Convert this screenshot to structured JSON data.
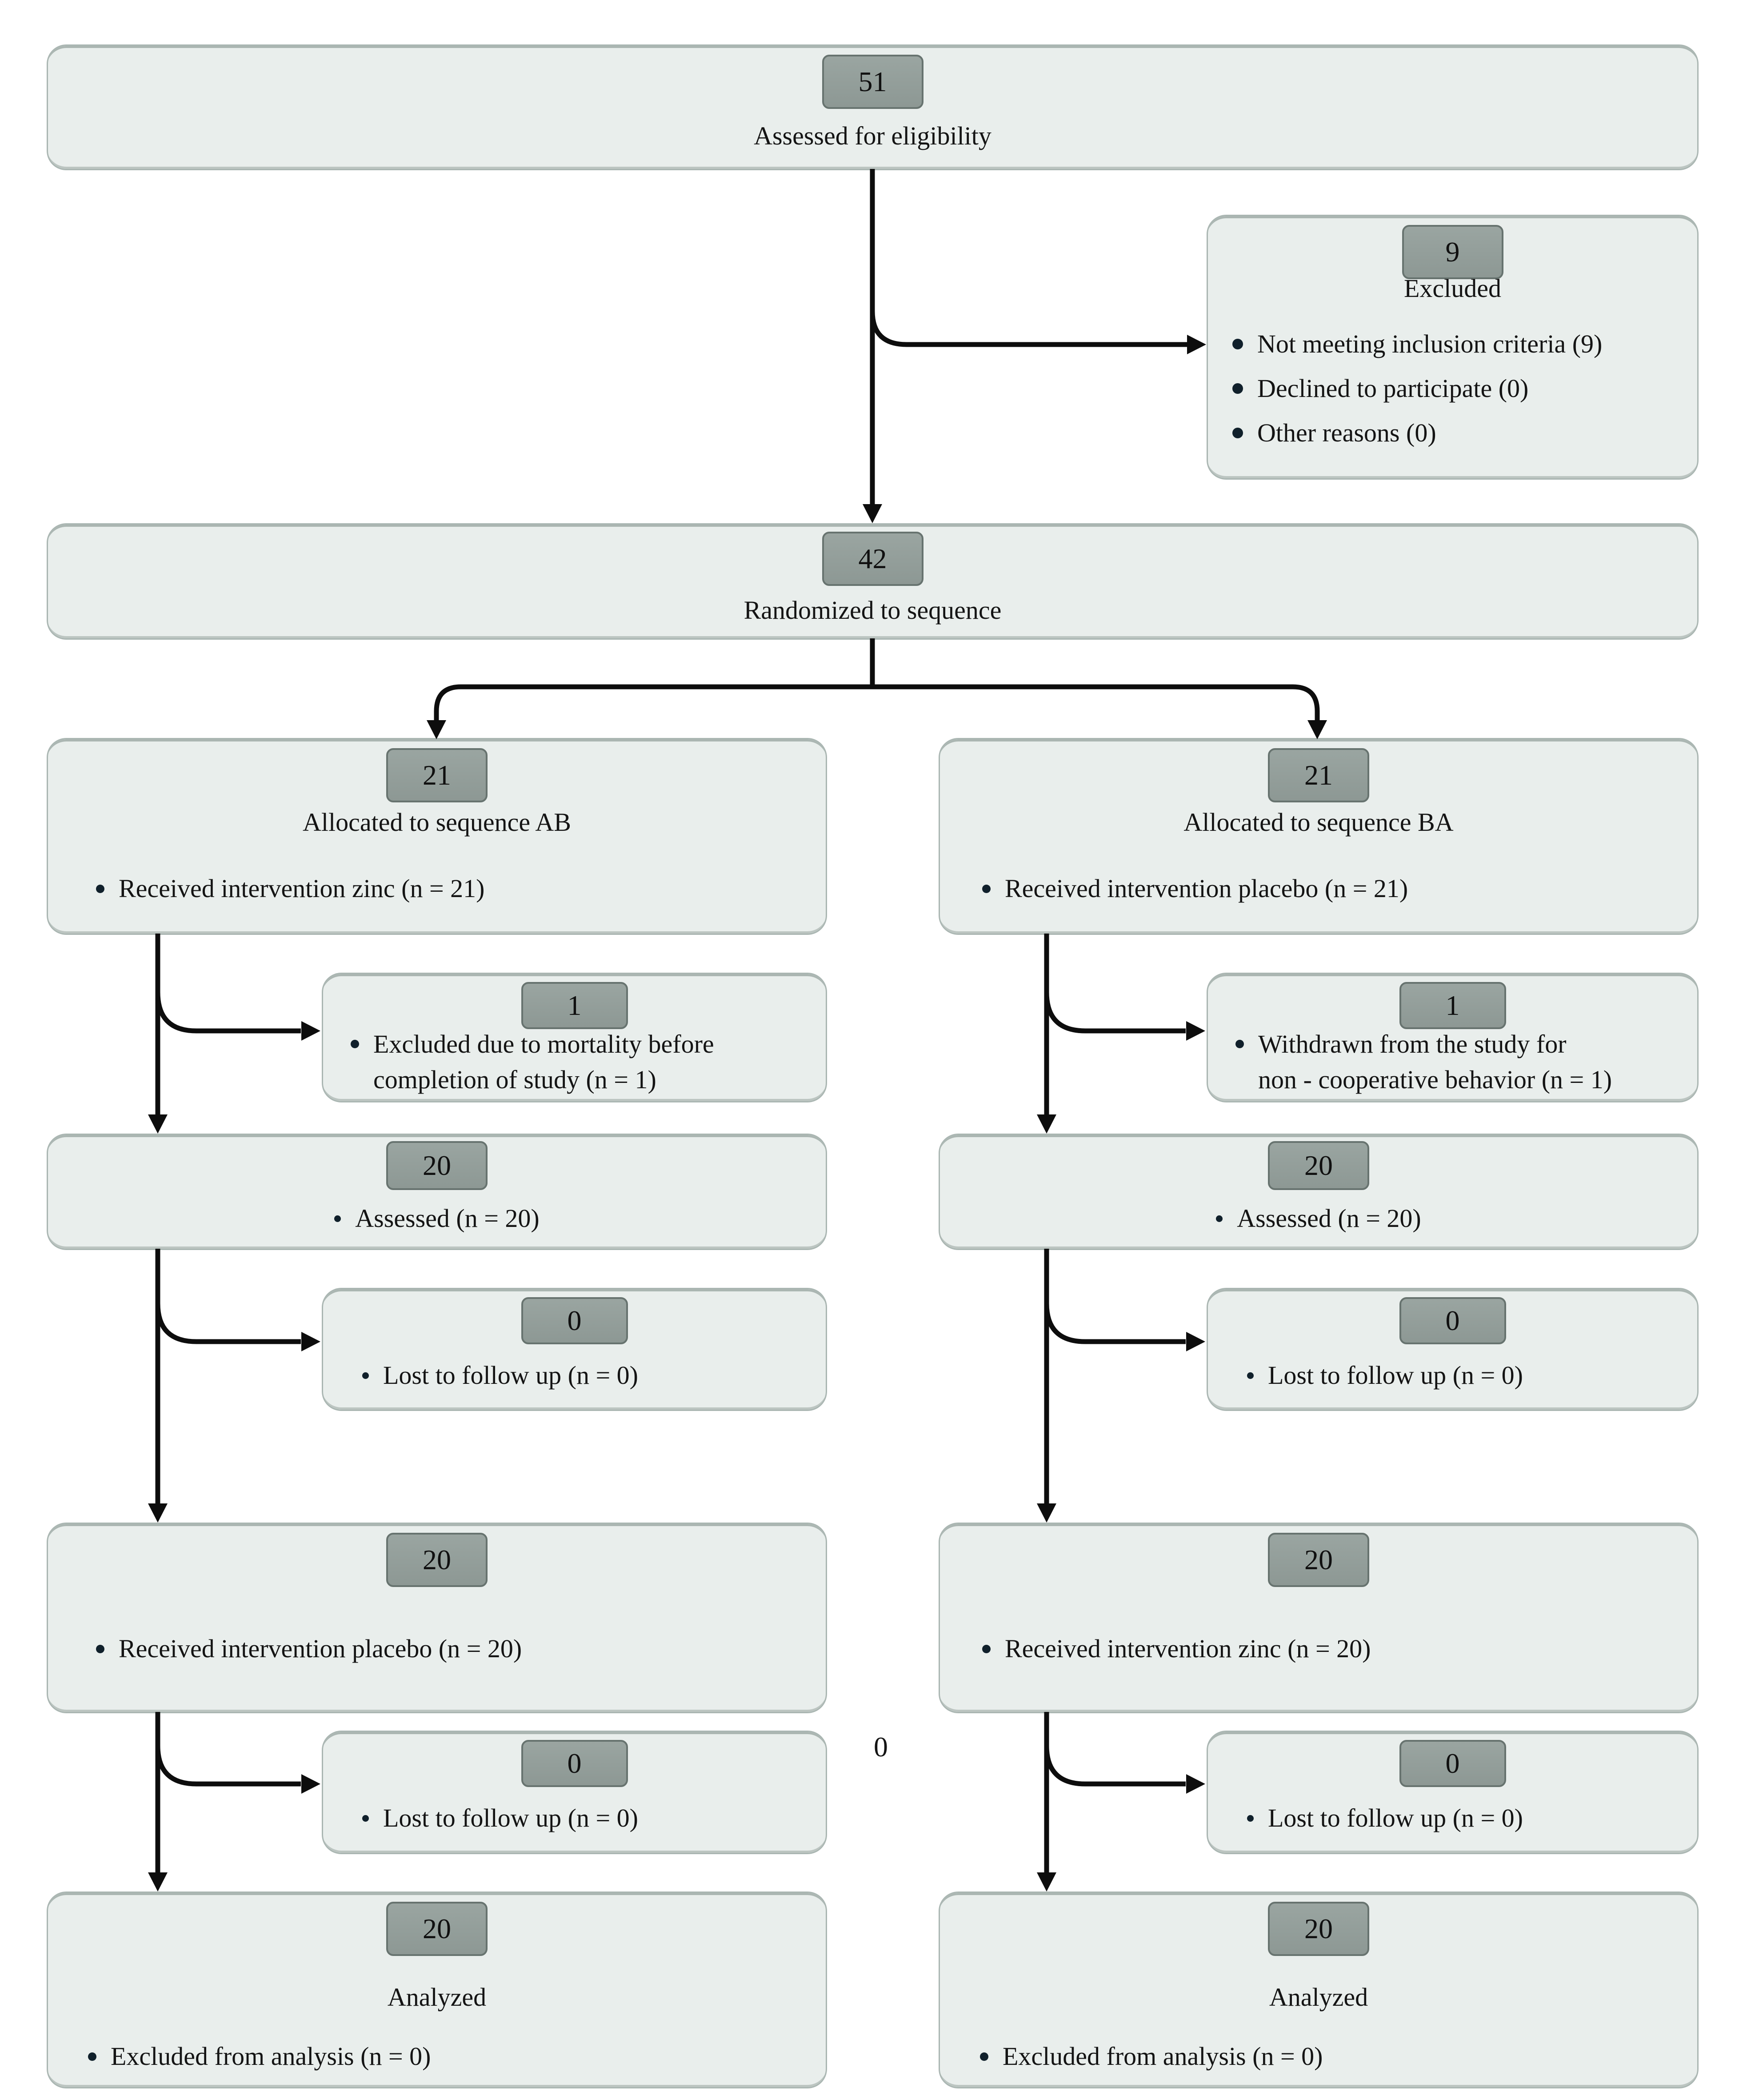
{
  "flow": {
    "eligibility": {
      "count": "51",
      "label": "Assessed for eligibility"
    },
    "excluded": {
      "count": "9",
      "label": "Excluded",
      "bullets": [
        "Not meeting inclusion criteria (9)",
        "Declined to participate (0)",
        "Other reasons (0)"
      ]
    },
    "randomized": {
      "count": "42",
      "label": "Randomized to sequence"
    },
    "left": {
      "allocated": {
        "count": "21",
        "label": "Allocated to sequence AB",
        "bullet": "Received intervention zinc (n = 21)"
      },
      "exclusion_side": {
        "count": "1",
        "lines": [
          "Excluded due to mortality before",
          "completion of study (n = 1)"
        ]
      },
      "assessed": {
        "count": "20",
        "bullet": "Assessed (n = 20)"
      },
      "lost_followup_1": {
        "count": "0",
        "bullet": "Lost to follow up (n = 0)"
      },
      "received": {
        "count": "20",
        "bullet": "Received intervention placebo (n = 20)"
      },
      "lost_followup_2": {
        "count": "0",
        "bullet": "Lost to follow up (n = 0)"
      },
      "analyzed": {
        "count": "20",
        "label": "Analyzed",
        "bullet": "Excluded from analysis (n = 0)"
      }
    },
    "right": {
      "allocated": {
        "count": "21",
        "label": "Allocated to sequence BA",
        "bullet": "Received intervention placebo (n = 21)"
      },
      "exclusion_side": {
        "count": "1",
        "lines": [
          "Withdrawn from the study for",
          "non - cooperative behavior (n = 1)"
        ]
      },
      "assessed": {
        "count": "20",
        "bullet": "Assessed (n = 20)"
      },
      "lost_followup_1": {
        "count": "0",
        "bullet": "Lost to follow up (n = 0)"
      },
      "received": {
        "count": "20",
        "bullet": "Received intervention zinc (n = 20)"
      },
      "lost_followup_2": {
        "count": "0",
        "bullet": "Lost to follow up (n = 0)"
      },
      "analyzed": {
        "count": "20",
        "label": "Analyzed",
        "bullet": "Excluded from analysis (n = 0)"
      }
    },
    "stray_zero": "0"
  },
  "colors": {
    "badge_fill": "#8d9894",
    "badge_border": "#67736f",
    "box_fill": "#e9eeec",
    "box_border": "#aab6b2",
    "arrow": "#0d0d0d",
    "text": "#141414"
  }
}
